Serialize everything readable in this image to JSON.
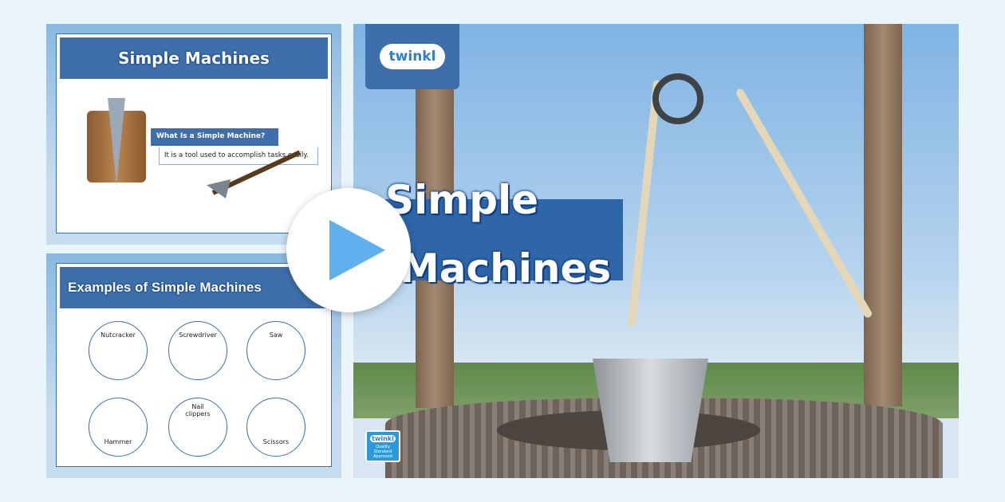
{
  "slide1": {
    "title": "Simple Machines",
    "subheading": "What Is a Simple Machine?",
    "text": "It is a tool used to accomplish tasks easily."
  },
  "slide2": {
    "title": "Examples of Simple Machines",
    "items": [
      "Nutcracker",
      "Screwdriver",
      "Saw",
      "Hammer",
      "Nail clippers",
      "Scissors"
    ]
  },
  "main": {
    "logo": "twinkl",
    "title_line1": "Simple",
    "title_line2": "Machines",
    "badge_logo": "twinkl",
    "badge_text": "Quality Standard Approved"
  },
  "play_icon": "play-icon",
  "colors": {
    "accent": "#3f6faa",
    "play": "#5fb0ec",
    "background": "#eaf4fb"
  }
}
